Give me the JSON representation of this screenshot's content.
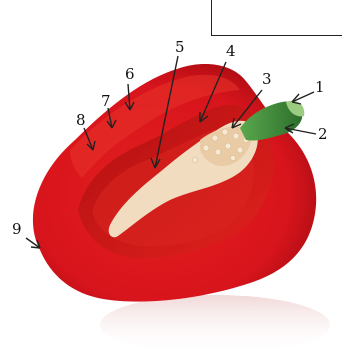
{
  "box": {
    "text": ""
  },
  "labels": {
    "l1": "1",
    "l2": "2",
    "l3": "3",
    "l4": "4",
    "l5": "5",
    "l6": "6",
    "l7": "7",
    "l8": "8",
    "l9": "9"
  },
  "colors": {
    "flesh": "#d8141c",
    "flesh_dark": "#9e0a10",
    "interior": "#c5110f",
    "placenta": "#f1dcc0",
    "stem": "#3f8a3a",
    "arrow": "#222222"
  }
}
